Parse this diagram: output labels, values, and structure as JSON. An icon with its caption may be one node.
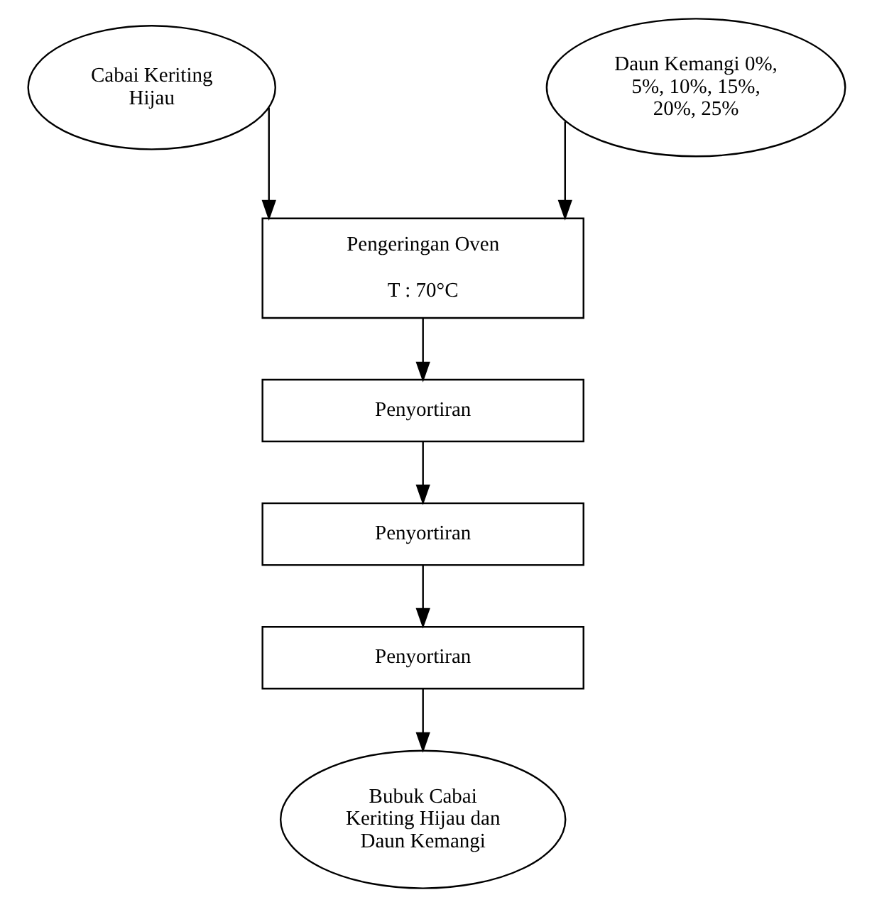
{
  "diagram": {
    "nodes": [
      {
        "text": [
          "Cabai Keriting Hijau"
        ]
      },
      {
        "text": [
          "Daun Kemangi 0%, 5%, 10%, 15%, 20%, 25%"
        ]
      },
      {
        "text": [
          "Pengeringan Oven",
          "T : 70°C"
        ]
      },
      {
        "text": [
          "Penyortiran"
        ]
      },
      {
        "text": [
          "Penyortiran"
        ]
      },
      {
        "text": [
          "Penyortiran"
        ]
      },
      {
        "text": [
          "Bubuk Cabai Keriting Hijau dan Daun Kemangi"
        ]
      }
    ],
    "edges": [
      {
        "from": 0,
        "to": 2,
        "arrow": "to"
      },
      {
        "from": 1,
        "to": 2,
        "arrow": "to"
      },
      {
        "from": 2,
        "to": 3,
        "arrow": "to"
      },
      {
        "from": 3,
        "to": 4,
        "arrow": "to"
      },
      {
        "from": 4,
        "to": 5,
        "arrow": "to"
      },
      {
        "from": 5,
        "to": 6,
        "arrow": "to"
      }
    ]
  }
}
